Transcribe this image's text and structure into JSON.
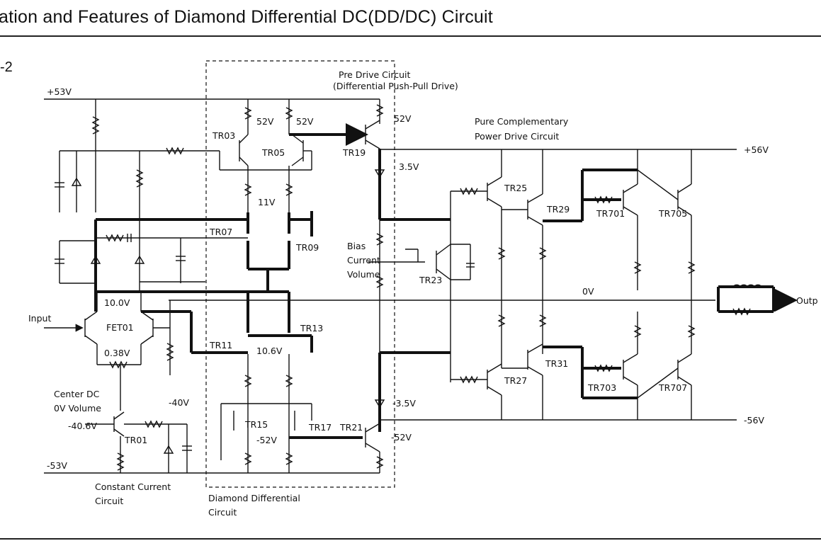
{
  "title": "ation and Features of Diamond Differential DC(DD/DC) Circuit",
  "figure_number": "-2",
  "rails": {
    "pos_53": "+53V",
    "neg_53": "-53V",
    "pos_56": "+56V",
    "neg_56": "-56V",
    "zero": "0V"
  },
  "sections": {
    "pre_drive_1": "Pre Drive Circuit",
    "pre_drive_2": "(Differential Push-Pull Drive)",
    "power_1": "Pure Complementary",
    "power_2": "Power Drive Circuit",
    "bias_1": "Bias",
    "bias_2": "Current",
    "bias_3": "Volume",
    "center_1": "Center DC",
    "center_2": "0V Volume",
    "cc_1": "Constant Current",
    "cc_2": "Circuit",
    "dd_1": "Diamond Differential",
    "dd_2": "Circuit"
  },
  "io": {
    "input": "Input",
    "output": "Outp"
  },
  "voltages": {
    "v52a": "52V",
    "v52b": "52V",
    "v52c": "52V",
    "v11": "11V",
    "v35": "3.5V",
    "v10": "10.0V",
    "v038": "0.38V",
    "v106": "10.6V",
    "v406": "-40.6V",
    "v40": "-40V",
    "vm52a": "-52V",
    "vm52b": "-52V",
    "vm35": "-3.5V"
  },
  "transistors": {
    "tr03": "TR03",
    "tr05": "TR05",
    "tr07": "TR07",
    "tr09": "TR09",
    "tr11": "TR11",
    "tr13": "TR13",
    "tr15": "TR15",
    "tr17": "TR17",
    "tr19": "TR19",
    "tr21": "TR21",
    "tr23": "TR23",
    "tr25": "TR25",
    "tr27": "TR27",
    "tr29": "TR29",
    "tr31": "TR31",
    "tr701": "TR701",
    "tr703": "TR703",
    "tr705": "TR705",
    "tr707": "TR707",
    "fet01": "FET01",
    "tr01": "TR01"
  }
}
